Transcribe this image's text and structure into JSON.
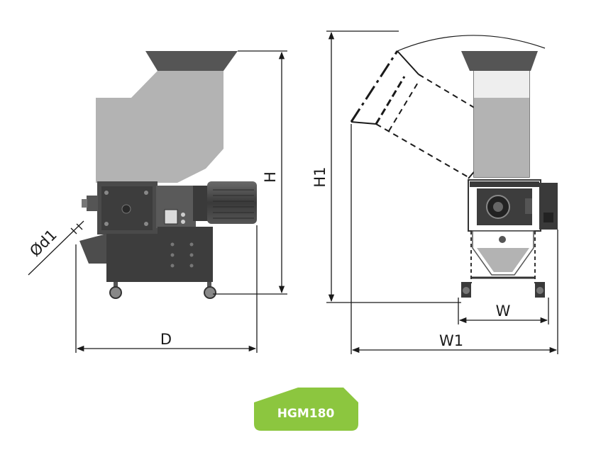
{
  "model": {
    "label": "HGM180",
    "color": "#8cc63f"
  },
  "dimensions": {
    "H": "H",
    "D": "D",
    "H1": "H1",
    "W": "W",
    "W1": "W1",
    "d1": "Ød1"
  },
  "colors": {
    "hopper": "#b3b3b3",
    "hopper_top": "#555555",
    "body": "#4d4d4d",
    "motor": "#4a4a4a",
    "line": "#1a1a1a"
  }
}
